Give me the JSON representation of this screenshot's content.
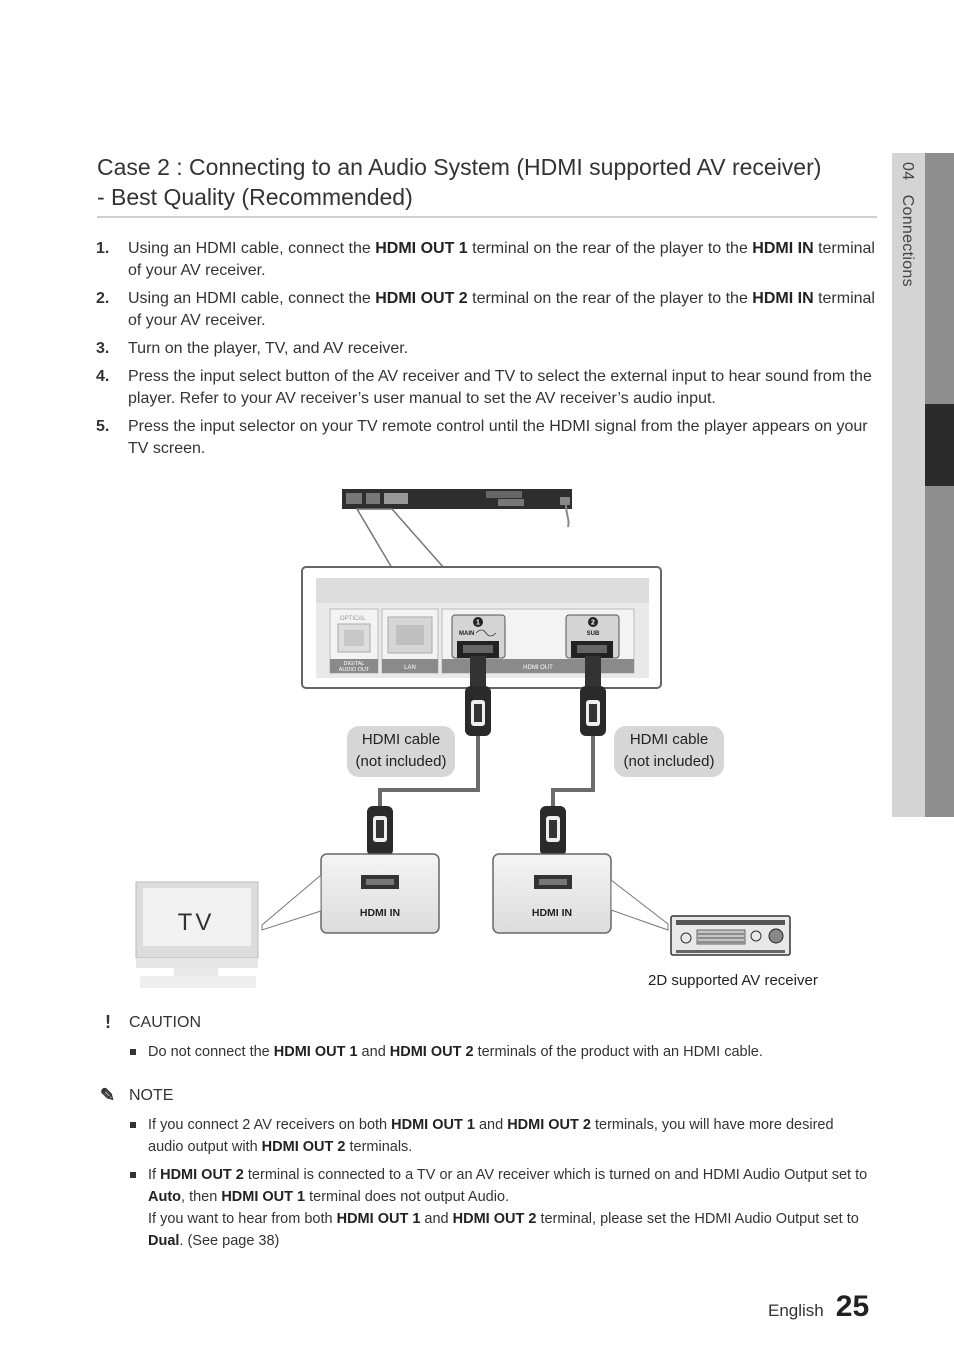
{
  "side": {
    "chapter": "04",
    "section": "Connections"
  },
  "title": {
    "line1": "Case 2 : Connecting to an Audio System (HDMI supported AV receiver)",
    "line2": "- Best Quality (Recommended)"
  },
  "steps": [
    {
      "num": "1.",
      "parts": [
        "Using an HDMI cable, connect the ",
        "HDMI OUT 1",
        " terminal on the rear of the player to the ",
        "HDMI IN",
        " terminal of your AV receiver."
      ]
    },
    {
      "num": "2.",
      "parts": [
        "Using an HDMI cable, connect the ",
        "HDMI OUT 2",
        " terminal on the rear of the player to the ",
        "HDMI IN",
        " terminal of your AV receiver."
      ]
    },
    {
      "num": "3.",
      "parts": [
        "Turn on the player, TV, and AV receiver."
      ]
    },
    {
      "num": "4.",
      "parts": [
        "Press the input select button of the AV receiver and TV to select the external input to hear sound from the player. Refer to your AV receiver’s user manual to set the AV receiver’s audio input."
      ]
    },
    {
      "num": "5.",
      "parts": [
        "Press the input selector on your TV remote control until the HDMI signal from the player appears on your TV screen."
      ]
    }
  ],
  "diagram": {
    "optical": "OPTICAL",
    "digital_audio_out_1": "DIGITAL",
    "digital_audio_out_2": "AUDIO OUT",
    "lan": "LAN",
    "hdmi_out": "HDMI OUT",
    "main": "MAIN",
    "sub": "SUB",
    "port_1": "1",
    "port_2": "2",
    "cable_left_1": "HDMI cable",
    "cable_left_2": "(not included)",
    "cable_right_1": "HDMI cable",
    "cable_right_2": "(not included)",
    "hdmi_in_left": "HDMI IN",
    "hdmi_in_right": "HDMI IN",
    "tv": "TV",
    "receiver_label": "2D supported AV receiver"
  },
  "caution": {
    "heading": "CAUTION",
    "icon": "exclamation-icon",
    "items": [
      {
        "parts": [
          "Do not connect the ",
          "HDMI OUT 1",
          " and ",
          "HDMI OUT 2",
          " terminals of the product with an HDMI cable."
        ]
      }
    ]
  },
  "note": {
    "heading": "NOTE",
    "icon": "pencil-icon",
    "items": [
      {
        "parts": [
          "If you connect 2 AV receivers on both ",
          "HDMI OUT 1",
          " and ",
          "HDMI OUT 2",
          " terminals, you will have more desired audio output with ",
          "HDMI OUT 2",
          " terminals."
        ]
      },
      {
        "parts": [
          "If ",
          "HDMI OUT 2",
          " terminal is connected to a TV or an AV receiver which is turned on and HDMI Audio Output set to ",
          "Auto",
          ", then ",
          "HDMI OUT 1",
          " terminal does not output Audio."
        ],
        "parts2": [
          "If you want to hear from both ",
          "HDMI OUT 1",
          " and ",
          "HDMI OUT 2",
          " terminal, please set the HDMI Audio Output set to ",
          "Dual",
          ". (See page 38)"
        ]
      }
    ]
  },
  "footer": {
    "language": "English",
    "page": "25"
  }
}
